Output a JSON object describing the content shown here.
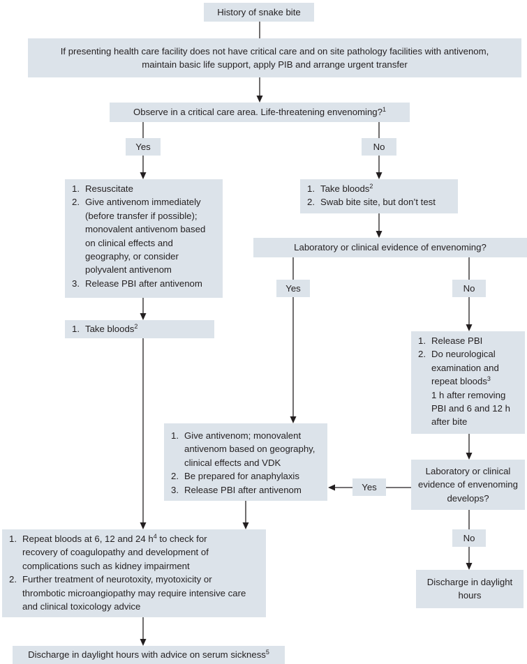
{
  "nodes": {
    "history": {
      "text": "History of snake bite"
    },
    "facility": {
      "lines": [
        "If presenting health care facility does not have critical care and on site pathology facilities with antivenom,",
        "maintain basic life support, apply PIB and arrange urgent transfer"
      ]
    },
    "observe": {
      "text": "Observe in a critical care area. Life-threatening envenoming?",
      "sup": "1"
    },
    "yes_left": {
      "text": "Yes"
    },
    "no_right": {
      "text": "No"
    },
    "resuscitate": {
      "items": [
        {
          "num": "1.",
          "lines": [
            "Resuscitate"
          ]
        },
        {
          "num": "2.",
          "lines": [
            "Give antivenom immediately",
            "(before transfer if possible);",
            "monovalent antivenom based",
            "on clinical effects and",
            "geography, or consider",
            "polyvalent antivenom"
          ]
        },
        {
          "num": "3.",
          "lines": [
            "Release PBI after antivenom"
          ]
        }
      ]
    },
    "take_bloods_right": {
      "items": [
        {
          "num": "1.",
          "text": "Take bloods",
          "sup": "2"
        },
        {
          "num": "2.",
          "text": "Swab bite site, but don’t test"
        }
      ]
    },
    "lab_evidence": {
      "text": "Laboratory or clinical evidence of envenoming?"
    },
    "yes_mid": {
      "text": "Yes"
    },
    "no_mid": {
      "text": "No"
    },
    "take_bloods_left": {
      "num": "1.",
      "text": "Take bloods",
      "sup": "2"
    },
    "release_pbi": {
      "items": [
        {
          "num": "1.",
          "lines": [
            "Release PBI"
          ]
        },
        {
          "num": "2.",
          "lines": [
            "Do neurological",
            "examination and",
            "repeat bloods"
          ],
          "sup": "3"
        },
        {
          "num": "",
          "lines": [
            "1 h after removing",
            "PBI and 6 and 12 h",
            "after bite"
          ]
        }
      ]
    },
    "give_antivenom": {
      "items": [
        {
          "num": "1.",
          "lines": [
            "Give antivenom; monovalent",
            "antivenom based on geography,",
            "clinical effects and VDK"
          ]
        },
        {
          "num": "2.",
          "lines": [
            "Be prepared for anaphylaxis"
          ]
        },
        {
          "num": "3.",
          "lines": [
            "Release PBI after antivenom"
          ]
        }
      ]
    },
    "lab_develops": {
      "lines": [
        "Laboratory or clinical",
        "evidence of envenoming",
        "develops?"
      ]
    },
    "yes_develops": {
      "text": "Yes"
    },
    "repeat_bloods": {
      "item1_pre": "Repeat bloods at 6, 12 and 24 h",
      "item1_sup": "4",
      "item1_post": " to check for",
      "item1_lines": [
        "recovery of coagulopathy and development of",
        "complications such as kidney impairment"
      ],
      "item2_lines": [
        "Further treatment of neurotoxity, myotoxicity or",
        "thrombotic microangiopathy may require intensive care",
        "and clinical toxicology advice"
      ],
      "num1": "1.",
      "num2": "2."
    },
    "no_develops": {
      "text": "No"
    },
    "discharge_right": {
      "lines": [
        "Discharge in daylight",
        "hours"
      ]
    },
    "discharge_final": {
      "text": "Discharge in daylight hours with advice on serum sickness",
      "sup": "5"
    }
  },
  "colors": {
    "box_fill": "#dce3ea",
    "line": "#231f20",
    "text": "#231f20"
  }
}
